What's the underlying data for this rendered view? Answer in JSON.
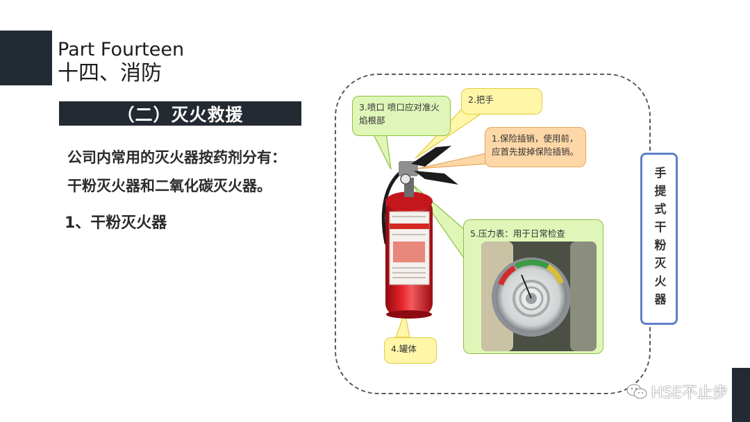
{
  "header": {
    "part_label": "Part Fourteen",
    "chapter_title": "十四、消防"
  },
  "section": {
    "title": "（二）灭火救援"
  },
  "body": {
    "line1": "公司内常用的灭火器按药剂分有：",
    "line2": "干粉灭火器和二氧化碳灭火器。",
    "subheading": "1、干粉灭火器"
  },
  "diagram": {
    "callouts": {
      "nozzle_line1": "3.喷口  喷口应对准火",
      "nozzle_line2": "焰根部",
      "handle": "2.把手",
      "pin_line1": "1.保险插销，使用前，",
      "pin_line2": "应首先拔掉保险插销。",
      "gauge": "5.压力表：用于日常检查",
      "body": "4.罐体"
    },
    "vertical_label": "手提式干粉灭火器"
  },
  "watermark": {
    "text": "HSE不止步"
  },
  "colors": {
    "dark": "#222b33",
    "extinguisher_red": "#d9121b",
    "callout_green": "#dff6b8",
    "callout_yellow": "#fff6a8",
    "callout_orange": "#fdd7a7",
    "label_border_blue": "#5d81c4"
  }
}
